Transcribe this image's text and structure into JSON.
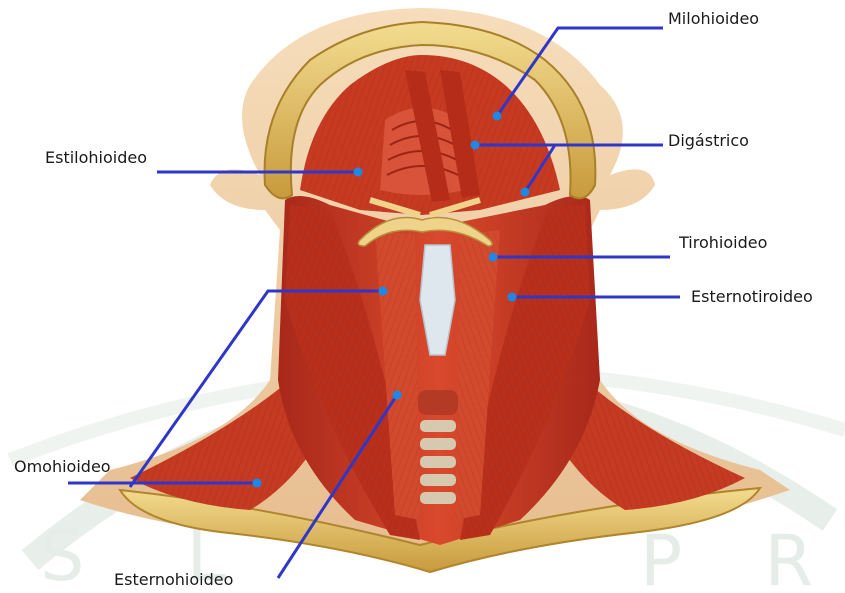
{
  "labels": {
    "milohioideo": "Milohioideo",
    "digastrico": "Digástrico",
    "estilohioideo": "Estilohioideo",
    "tirohioideo": "Tirohioideo",
    "esternotiroideo": "Esternotiroideo",
    "omohioideo": "Omohioideo",
    "esternohioideo": "Esternohioideo"
  },
  "watermark": "S I E N P R",
  "colors": {
    "muscle": "#c83a22",
    "muscle_dark": "#8e1d10",
    "muscle_light": "#e8664a",
    "bone": "#d8b45a",
    "bone_light": "#f0d88a",
    "skin": "#f1d3ad",
    "leader": "#2f37c8",
    "cartilage": "#e9eef3",
    "watermark": "#e4ece6"
  }
}
